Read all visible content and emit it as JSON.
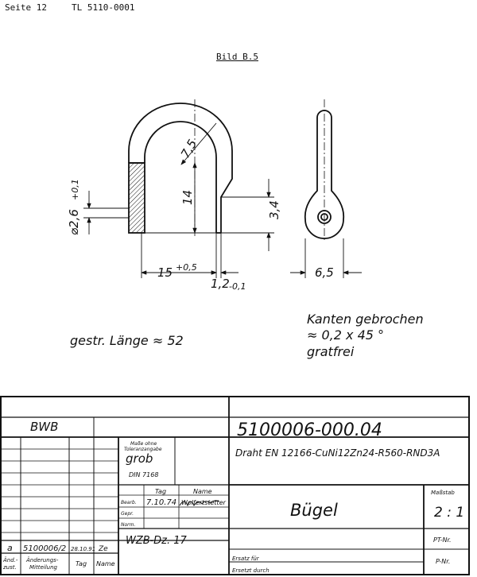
{
  "header": {
    "page": "Seite 12",
    "doc_code": "TL 5110-0001"
  },
  "figure": {
    "title": "Bild B.5",
    "dims": {
      "diameter": "⌀2,6",
      "diameter_tol": "+0,1",
      "radius": "7,5",
      "height": "14",
      "length": "15",
      "length_tol": "+0,5",
      "wire": "1,2",
      "wire_tol": "-0,1",
      "eye_height": "3,4",
      "side_width": "6,5"
    },
    "note_length": "gestr. Länge ≈ 52",
    "note_edges": [
      "Kanten gebrochen",
      "≈ 0,2 x 45 °",
      "gratfrei"
    ]
  },
  "title_block": {
    "org": "BWB",
    "drawing_no": "5100006-000.04",
    "tolerance_label": [
      "Maße ohne",
      "Toleranzangabe"
    ],
    "tolerance_value": "grob",
    "tolerance_std": "DIN 7168",
    "material": "Draht EN 12166-CuNi12Zn24-R560-RND3A",
    "col_tag": "Tag",
    "col_name": "Name",
    "row_bearb": "Bearb.",
    "row_gepr": "Gepr.",
    "row_norm": "Norm.",
    "bearb_date": "7.10.74",
    "bearb_name": "Wolfertstetter",
    "part_name": "Bügel",
    "scale_label": "Maßstab",
    "scale": "2 : 1",
    "reference": "WZB-Dz. 17",
    "pt_no_label": "PT-Nr.",
    "p_no_label": "P-Nr.",
    "ersatz_fuer": "Ersatz für",
    "ersatz_durch": "Ersetzt durch",
    "rev_index": "a",
    "rev_change": "5100006/2",
    "rev_date": "28.10.91",
    "rev_name": "Ze",
    "rev_h_index": [
      "Änd.-",
      "zust."
    ],
    "rev_h_change": [
      "Änderungs-",
      "Mitteilung"
    ],
    "rev_h_tag": "Tag",
    "rev_h_name": "Name"
  }
}
